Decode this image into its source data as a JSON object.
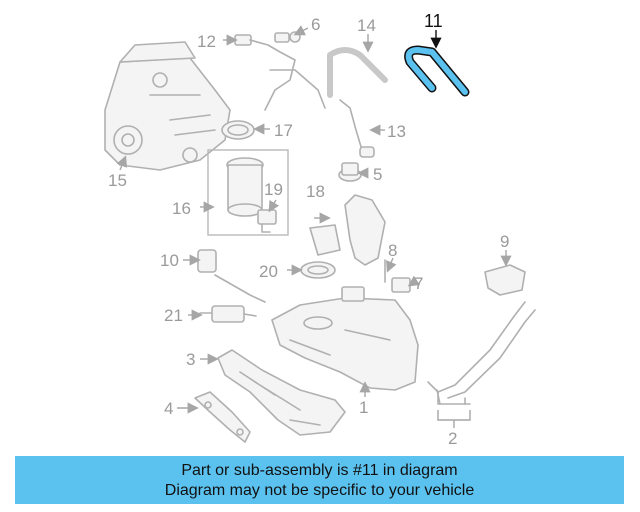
{
  "highlight": {
    "part": "11",
    "color": "#5bc2f0"
  },
  "callouts": [
    "1",
    "2",
    "3",
    "4",
    "5",
    "6",
    "7",
    "8",
    "9",
    "10",
    "11",
    "12",
    "13",
    "14",
    "15",
    "16",
    "17",
    "18",
    "19",
    "20",
    "21"
  ],
  "banner": {
    "line1": "Part or sub-assembly is #11 in diagram",
    "line2": "Diagram may not be specific to your vehicle",
    "background": "#5bc2f0"
  }
}
